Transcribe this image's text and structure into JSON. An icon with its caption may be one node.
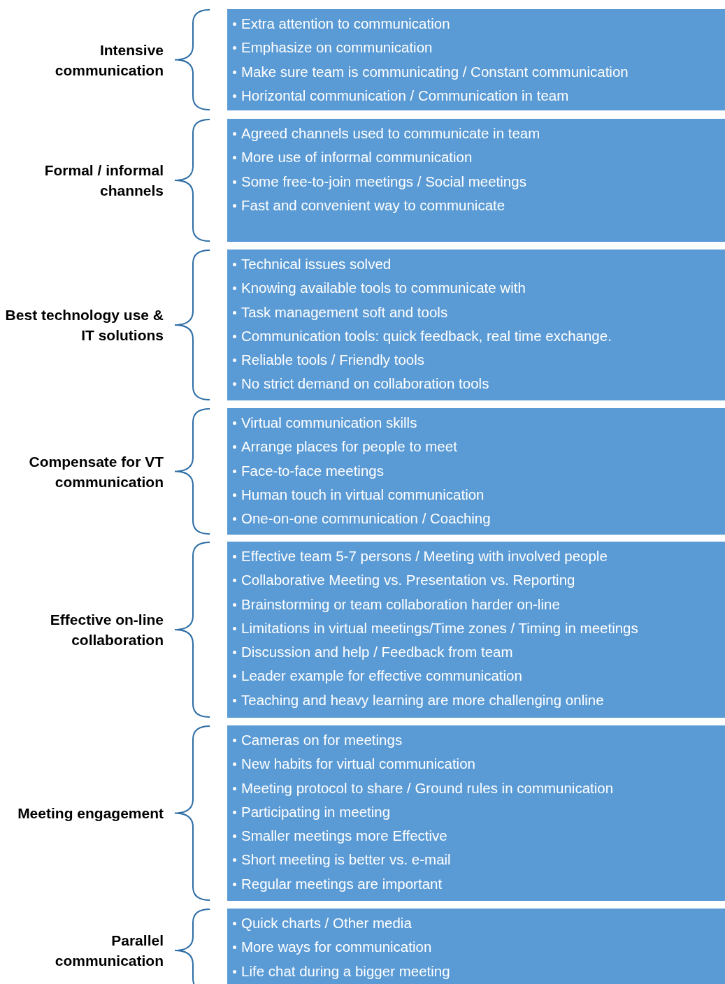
{
  "diagram": {
    "nodes": [
      {
        "text": [
          "Intensive communication",
          "Extra attention to communication",
          "Emphasize on communication",
          "Make sure team is communicating / Constant communication",
          "Horizontal communication / Communication in team"
        ]
      },
      {
        "text": [
          "Formal / informal channels",
          "Agreed channels used to communicate in team",
          "More use of informal communication",
          "Some free-to-join meetings / Social meetings",
          "Fast and convenient way to communicate"
        ]
      },
      {
        "text": [
          "Best technology use & IT solutions",
          "Technical issues solved",
          "Knowing available tools to communicate with",
          "Task management soft and  tools",
          "Communication tools: quick feedback, real time exchange.",
          "Reliable tools / Friendly tools",
          "No strict demand on collaboration tools"
        ]
      },
      {
        "text": [
          "Compensate for VT communication",
          "Virtual communication skills",
          "Arrange places for people to meet",
          "Face-to-face meetings",
          "Human touch in virtual communication",
          "One-on-one communication / Coaching"
        ]
      },
      {
        "text": [
          "Effective on-line collaboration",
          "Effective team 5-7 persons / Meeting with involved people",
          "Collaborative Meeting vs. Presentation vs. Reporting",
          "Brainstorming or team collaboration harder on-line",
          "Limitations in virtual meetings/Time zones / Timing in meetings",
          "Discussion and help / Feedback from team",
          "Leader example for effective communication",
          "Teaching and heavy learning are more challenging online"
        ]
      },
      {
        "text": [
          "Meeting engagement",
          "Cameras on for meetings",
          "New habits for virtual communication",
          "Meeting protocol to share / Ground rules in communication",
          "Participating in meeting",
          "Smaller meetings more Effective",
          "Short meeting is better vs. e-mail",
          "Regular meetings are important"
        ]
      },
      {
        "text": [
          "Parallel communication",
          "Quick charts / Other media",
          "More ways for communication",
          "Life chat during a bigger meeting"
        ]
      }
    ]
  }
}
